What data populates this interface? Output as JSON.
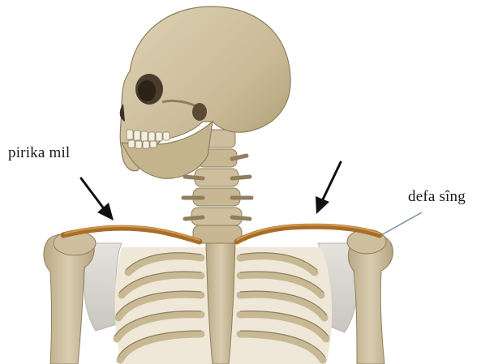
{
  "labels": {
    "left": "pirika mil",
    "right": "defa sîng"
  },
  "colors": {
    "bone": "#cdbf9d",
    "bone_light": "#ddd2b5",
    "bone_shadow": "#8f7f5e",
    "bone_dark": "#6e5f44",
    "clavicle": "#a86e28",
    "arrow": "#111111",
    "pointer_line": "#7d8ea3",
    "background": "#ffffff"
  },
  "icons": {
    "left_arrow": "arrow-down-right",
    "right_arrow": "arrow-down-left"
  }
}
